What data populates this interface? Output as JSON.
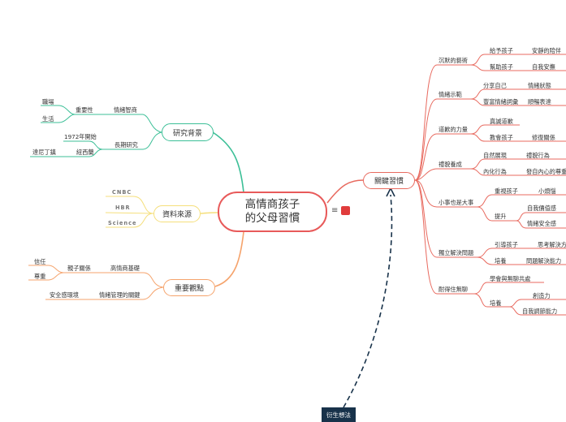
{
  "central": {
    "line1": "高情商孩子",
    "line2": "的父母習慣"
  },
  "branches": {
    "research": {
      "title": "研究背景",
      "sub1": "情緒智商",
      "sub1_item": "重要性",
      "sub1_leaves": [
        "職場",
        "生活"
      ],
      "sub2": "長期研究",
      "sub2_leaves": [
        "1972年開始",
        "紐西蘭"
      ],
      "sub2_leaf_child": "達尼丁鎮"
    },
    "sources": {
      "title": "資料來源",
      "items": [
        "CNBC",
        "HBR",
        "Science"
      ]
    },
    "keypoints": {
      "title": "重要觀點",
      "sub1": "高情商基礎",
      "sub1_item": "親子關係",
      "sub1_leaves": [
        "信任",
        "尊重"
      ],
      "sub2": "情緒管理的關鍵",
      "sub2_item": "安全感環境"
    },
    "habits": {
      "title": "關鍵習慣",
      "groups": [
        {
          "label": "沉默的藝術",
          "rows": [
            [
              "給予孩子",
              "安靜的陪伴"
            ],
            [
              "幫助孩子",
              "自我安撫"
            ]
          ]
        },
        {
          "label": "情緒示範",
          "rows": [
            [
              "分享自己",
              "情緒狀態"
            ],
            [
              "豐富情緒詞彙",
              "順暢表達"
            ]
          ]
        },
        {
          "label": "道歉的力量",
          "rows": [
            [
              "真誠道歉"
            ],
            [
              "教會孩子",
              "修復關係"
            ]
          ]
        },
        {
          "label": "禮貌養成",
          "rows": [
            [
              "自然展現",
              "禮貌行為"
            ],
            [
              "內化行為",
              "發自內心的尊重"
            ]
          ]
        },
        {
          "label": "小事也是大事",
          "rows": [
            [
              "重視孩子",
              "小煩惱"
            ],
            [
              "提升",
              "自我價值感"
            ],
            [
              "",
              "情緒安全感"
            ]
          ]
        },
        {
          "label": "獨立解決問題",
          "rows": [
            [
              "引導孩子",
              "思考解決方"
            ],
            [
              "培養",
              "問題解決能力"
            ]
          ]
        },
        {
          "label": "耐得住無聊",
          "rows": [
            [
              "學會與無聊共處"
            ],
            [
              "培養",
              "創造力"
            ],
            [
              "",
              "自我調節能力"
            ]
          ]
        }
      ]
    }
  },
  "floating_topic": "衍生想法",
  "icons": {
    "menu": "menu-icon",
    "flag": "flag-icon"
  },
  "colors": {
    "red": "#e86a5f",
    "green": "#3cbf97",
    "yellow": "#f5df7c",
    "orange": "#f5a36c",
    "dark": "#18324a"
  }
}
